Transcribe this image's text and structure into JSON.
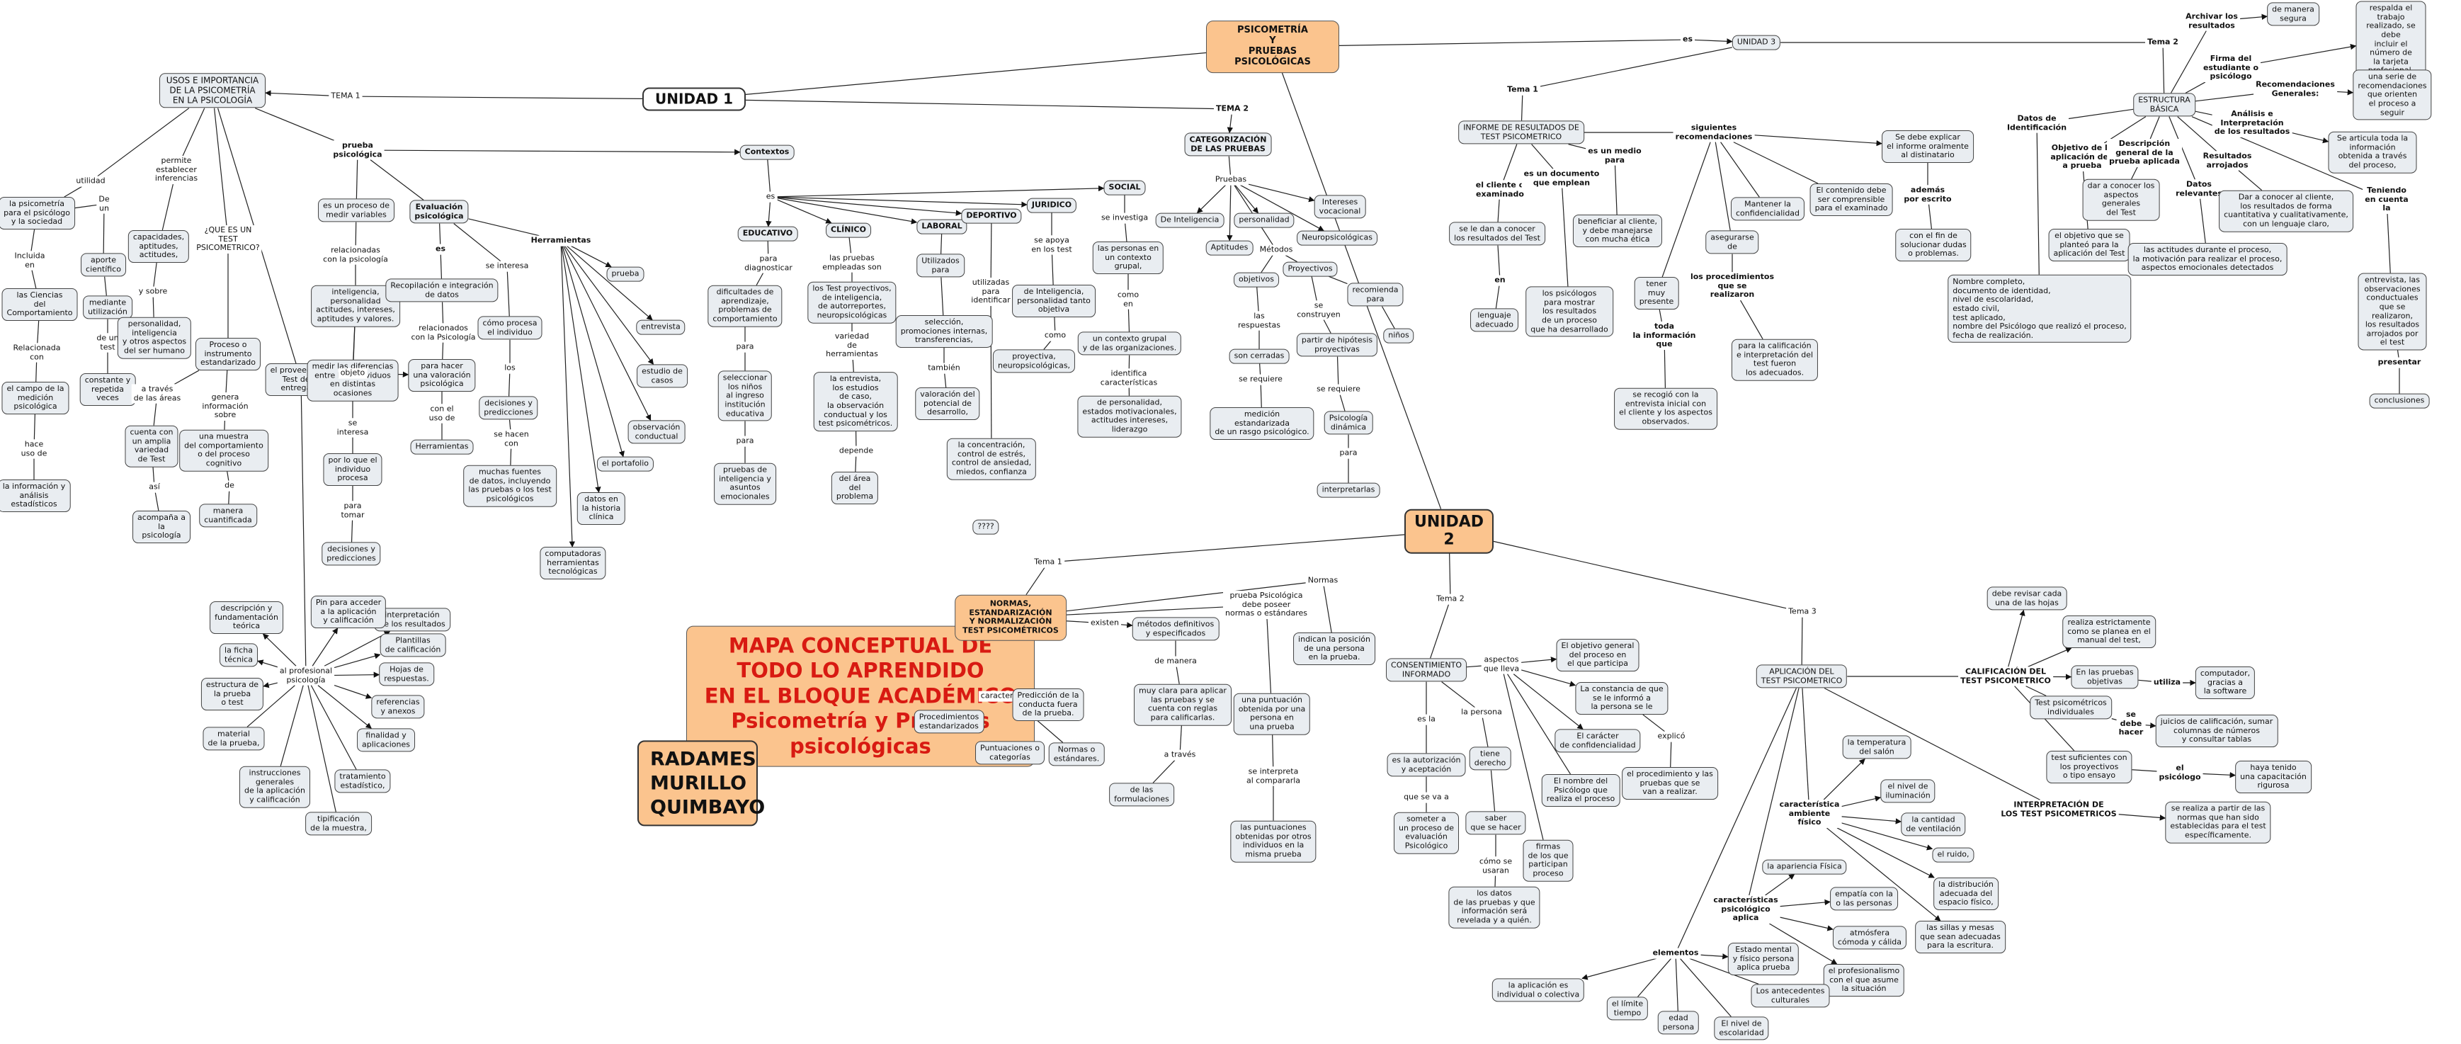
{
  "title": {
    "main": "MAPA CONCEPTUAL DE\nTODO LO APRENDIDO\nEN EL BLOQUE ACADÉMICO\nPsicometría y Pruebas psicológicas",
    "author": "RADAMES\nMURILLO\nQUIMBAYO"
  },
  "nodes": {
    "root": "PSICOMETRÍA\nY\nPRUEBAS PSICOLÓGICAS",
    "unidad1": "UNIDAD 1",
    "unidad2": "UNIDAD\n2",
    "unidad3": "UNIDAD 3",
    "usos": "USOS E IMPORTANCIA\nDE LA PSICOMETRÍA\nEN LA PSICOLOGÍA",
    "tema1_u1": "TEMA 1",
    "tema2_u1": "TEMA 2",
    "categorizacion": "CATEGORIZACIÓN\nDE LAS PRUEBAS",
    "contextos": "Contextos",
    "prueba_psico": "prueba\npsicológica",
    "eval_psico": "Evaluación\npsicológica",
    "utilidad": "utilidad",
    "la_psicometria": "la psicometría\npara el psicólogo\ny la sociedad",
    "de_un": "De\nun",
    "incluida_en": "Incluida\nen",
    "ciencias": "las Ciencias\ndel\nComportamiento",
    "relacionada": "Relacionada\ncon",
    "campo_med": "el campo de la\nmedición\npsicológica",
    "hace_uso": "hace\nuso de",
    "info_analisis": "la información y\nanálisis\nestadísticos",
    "aporte": "aporte\ncientífico",
    "mediante": "mediante\nutilización",
    "de_un_test": "de un\ntest",
    "constante": "constante y\nrepetida\nveces",
    "a_traves_areas": "a través\nde las áreas",
    "permite": "permite\nestablecer\ninferencias",
    "capacidades": "capacidades,\naptitudes,\nactitudes,",
    "y_sobre": "y sobre",
    "personalidad": "personalidad,\ninteligencia\ny otros aspectos\ndel ser humano",
    "que_es_test": "¿QUE ES UN\nTEST\nPSICOMETRICO?",
    "proceso_inst": "Proceso o\ninstrumento\nestandarizado",
    "genera_info": "genera\ninformación\nsobre",
    "una_muestra": "una muestra\ndel comportamiento\no del proceso\ncognitivo",
    "cuenta_con": "cuenta con\nun amplia\nvariedad\nde Test",
    "asi": "así",
    "acompana": "acompaña a\nla\npsicología",
    "de": "de",
    "manera_cuant": "manera\ncuantificada",
    "proveedor": "el proveedor de\nTest debe\nentregarle",
    "es_un_proceso": "es un proceso de\nmedir variables",
    "relacionadas": "relacionadas\ncon la psicología",
    "inteligencia": "inteligencia,\npersonalidad\nactitudes, intereses,\naptitudes y valores.",
    "medir_dif": "medir las diferencias\nentre los individuos\nen distintas\nocasiones",
    "se_interesa": "se\ninteresa",
    "por_lo_que": "por lo que el\nindividuo\nprocesa",
    "para_tomar": "para\ntomar",
    "decisiones_pred": "decisiones y\npredicciones",
    "es": "es",
    "recopilacion": "Recopilación e integración\nde datos",
    "relacionados": "relacionados\ncon la Psicología",
    "objeto": "objeto",
    "para_hacer": "para hacer\nuna valoración\npsicológica",
    "con_el_uso": "con el\nuso de",
    "herramientas_box": "Herramientas",
    "se_interesa2": "se interesa",
    "como_procesa": "cómo procesa\nel individuo",
    "los": "los",
    "decisiones_pred2": "decisiones y\npredicciones",
    "se_hacen_con": "se hacen\ncon",
    "muchas_fuentes": "muchas fuentes\nde datos, incluyendo\nlas pruebas o  los test\npsicológicos",
    "herramientas_lbl": "Herramientas",
    "prueba": "prueba",
    "entrevista": "entrevista",
    "estudio_casos": "estudio de\ncasos",
    "observacion": "observación\nconductual",
    "portafolio": "el portafolio",
    "datos_historia": "datos en\nla historia\nclínica",
    "computadoras": "computadoras\nherramientas\ntecnológicas",
    "es_ctx": "es",
    "educativo": "EDUCATIVO",
    "para_diag": "para\ndiagnosticar",
    "dificultades": "dificultades de\naprendizaje,\nproblemas de\ncomportamiento",
    "para1": "para",
    "seleccionar": "seleccionar\nlos niños\nal ingreso\ninstitución\neducativa",
    "para2": "para",
    "pruebas_intel": "pruebas de\ninteligencia y\nasuntos\nemocionales",
    "clinico": "CLÍNICO",
    "las_pruebas_emp": "las pruebas\nempleadas son",
    "los_test_proy": "los Test proyectivos,\nde inteligencia,\nde autorreportes,\nneuropsicológicas",
    "variedad": "variedad\nde\nherramientas",
    "la_entrevista": "la entrevista,\nlos estudios\nde caso,\nla  observación\nconductual y los\ntest psicométricos.",
    "depende": "depende",
    "del_area": "del área\ndel\nproblema",
    "laboral": "LABORAL",
    "utilizados_para": "Utilizados\npara",
    "seleccion": "selección,\npromociones internas,\ntransferencias,",
    "tambien": "también",
    "valoracion": "valoración del\npotencial de\ndesarrollo,",
    "deportivo": "DEPORTIVO",
    "utilizadas_ident": "utilizadas\npara\nidentificar",
    "la_concentracion": "la concentración,\ncontrol de estrés,\ncontrol de ansiedad,\nmiedos,  confianza",
    "qqq": "????",
    "juridico": "JURIDICO",
    "se_apoya": "se apoya\nen los test",
    "de_intel_pers": "de Inteligencia,\npersonalidad tanto\nobjetiva",
    "como1": "como",
    "proyectiva": "proyectiva,\nneuropsicológicas,",
    "social": "SOCIAL",
    "se_investiga": "se investiga",
    "las_personas": "las personas en\nun contexto\ngrupal,",
    "como_en": "como\nen",
    "un_contexto": "un contexto grupal\ny de las organizaciones.",
    "identifica": "identifica\ncaracterísticas",
    "de_personalidad": "de personalidad,\nestados motivacionales,\nactitudes intereses,\nliderazgo",
    "pruebas_lbl": "Pruebas",
    "de_intel": "De Inteligencia",
    "aptitudes": "Aptitudes",
    "personalidad2": "personalidad",
    "intereses_voc": "Intereses\nvocacional",
    "neuro": "Neuropsicológicas",
    "metodos": "Métodos",
    "objetivos": "objetivos",
    "las_respuestas": "las\nrespuestas",
    "son_cerradas": "son cerradas",
    "se_requiere1": "se requiere",
    "medicion_est": "medición\nestandarizada\nde un rasgo psicológico.",
    "proyectivos": "Proyectivos",
    "recomienda": "recomienda\npara",
    "ninos": "niños",
    "se_construyen": "se\nconstruyen",
    "partir_hip": "partir de hipótesis\nproyectivas",
    "se_requiere2": "se requiere",
    "psico_dinamica": "Psicología\ndinámica",
    "para3": "para",
    "interpretarlas": "interpretarlas",
    "es_u3": "es",
    "tema1_u3": "Tema 1",
    "tema2_u3": "Tema 2",
    "archivar": "Archivar los\nresultados",
    "de_manera_segura": "de manera\nsegura",
    "firma": "Firma del\nestudiante o\npsicólogo",
    "respalda": "respalda el trabajo\nrealizado, se debe\nincluir el número de\nla tarjeta profesional.",
    "recom_gen": "Recomendaciones\nGenerales:",
    "una_serie": "una serie de\nrecomendaciones\nque orienten\nel proceso a seguir",
    "estructura_basica": "ESTRUCTURA\nBÁSICA",
    "analisis": "Análisis e\nInterpretación\nde los resultados",
    "se_articula": "Se  articula toda la información\nobtenida a través del proceso,",
    "datos_id": "Datos de\nIdentificación",
    "nombre_completo": "Nombre completo,\ndocumento de identidad,\nnivel de escolaridad,\nestado civil,\ntest aplicado,\nnombre del Psicólogo que realizó el proceso,\nfecha de realización.",
    "objetivo_aplic": "Objetivo de la\naplicación de l\na prueba",
    "el_objetivo": "el objetivo que se\nplanteó para la\naplicación del Test",
    "descripcion": "Descripción\ngeneral de la\nprueba aplicada",
    "dar_conocer_asp": "dar a conocer los\naspectos\ngenerales\ndel Test",
    "resultados_arr": "Resultados\narrojados",
    "datos_relev": "Datos\nrelevantes",
    "dar_conocer_cli": "Dar a conocer al cliente,\nlos resultados de forma\ncuantitativa y cualitativamente,\ncon un lenguaje claro,",
    "las_actitudes": "las actitudes durante el proceso,\nla motivación para realizar el proceso,\naspectos emocionales detectados",
    "teniendo": "Teniendo\nen cuenta\nla",
    "entrevista_obs": "entrevista, las observaciones\nconductuales\nque se realizaron,\nlos resultados\narrojados por el test",
    "presentar": "presentar",
    "conclusiones": "conclusiones",
    "informe_res": "INFORME DE RESULTADOS DE\nTEST PSICOMETRICO",
    "el_cliente": "el cliente o\nexaminado",
    "se_le_dan": "se le dan a conocer\nlos resultados del Test",
    "en": "en",
    "lenguaje": "lenguaje\nadecuado",
    "es_un_doc": "es un documento\nque emplean",
    "los_psicologos": "los psicólogos\npara mostrar\nlos resultados\nde un proceso\nque ha desarrollado",
    "es_un_medio": "es un medio\npara",
    "beneficiar": "beneficiar al cliente,\ny debe manejarse\ncon mucha ética",
    "siguientes_rec": "siguientes\nrecomendaciones",
    "mantener": "Mantener la\nconfidencialidad",
    "el_contenido": "El contenido debe\nser comprensible\npara el examinado",
    "se_debe_explicar": "Se debe explicar\nel informe oralmente\nal distinatario",
    "ademas_escrito": "además\npor escrito",
    "con_el_fin": "con el fin de\nsolucionar dudas\no problemas.",
    "asegurarse": "asegurarse\nde",
    "los_procedimientos": "los procedimientos\nque se\nrealizaron",
    "para_la_calif": "para la calificación\ne interpretación del\ntest fueron\nlos adecuados.",
    "tener_presente": "tener\nmuy\npresente",
    "toda_info": "toda\nla información\nque",
    "se_recogio": "se recogió con la\nentrevista inicial con\nel cliente y los aspectos\nobservados.",
    "tema1_u2": "Tema 1",
    "tema2_u2": "Tema 2",
    "tema3_u2": "Tema 3",
    "normas_est": "NORMAS,\nESTANDARIZACIÓN\nY NORMALIZACIÓN\nTEST PSICOMÉTRICOS",
    "existen": "existen",
    "metodos_def": "métodos definitivos\ny especificados",
    "de_manera": "de manera",
    "muy_clara": "muy clara para aplicar\nlas pruebas y se\ncuenta con reglas\npara calificarlas.",
    "a_traves": "a través",
    "de_las_form": "de las\nformulaciones",
    "normas_lbl": "Normas",
    "prueba_psico_debe": "prueba Psicológica\ndebe poseer\nnormas o estándares",
    "indican_posicion": "indican la posición\nde una persona\nen la prueba.",
    "una_puntuacion": "una puntuación\nobtenida por una\npersona en\nuna prueba",
    "se_interpreta": "se interpreta\nal compararla",
    "las_puntuaciones": "las puntuaciones\nobtenidas por otros\nindividuos en la\nmisma prueba",
    "caracteristicas": "características",
    "procedimientos_est": "Procedimientos\nestandarizados",
    "prediccion": "Predicción de la\nconducta fuera\nde la prueba.",
    "puntuaciones_cat": "Puntuaciones o\ncategorías",
    "normas_estandares": "Normas o\nestándares.",
    "consentimiento": "CONSENTIMIENTO\nINFORMADO",
    "aspectos_que": "aspectos\nque lleva",
    "el_objetivo_gral": "El objetivo general\ndel proceso en\nel que participa",
    "la_constancia": "La constancia de que\nse le informó a\nla persona se le",
    "el_caracter": "El carácter\nde confidencialidad",
    "explico": "explicó",
    "el_procedimiento": "el procedimiento y las\npruebas que se\nvan a realizar.",
    "el_nombre": "El nombre del\nPsicólogo que\nrealiza el proceso",
    "es_la": "es la",
    "la_autorizacion": "es la autorización\ny aceptación",
    "que_se_va_a": "que se va a",
    "someter": "someter a\nun proceso de\nevaluación\nPsicológico",
    "la_persona": "la persona",
    "tiene_derecho": "tiene\nderecho",
    "saber": "saber\nque se hacer",
    "como_se_usaran": "cómo se\nusaran",
    "los_datos": "los datos\nde las pruebas y que\ninformación será\nrevelada y a quién.",
    "firmas": "firmas\nde los que\nparticipan\nproceso",
    "aplicacion": "APLICACIÓN DEL\nTEST PSICOMETRICO",
    "debe_revisar": "debe revisar cada\nuna de las hojas",
    "realiza_estr": "realiza estrictamente\ncomo se planea en el\nmanual del test,",
    "calificacion": "CALIFICACIÓN DEL\nTEST PSICOMETRICO",
    "en_las_pruebas": "En las pruebas\nobjetivas",
    "utiliza": "utiliza",
    "computador": "computador,\ngracias a\nla software",
    "test_individuales": "Test psicométricos\nindividuales",
    "se_debe_hacer": "se\ndebe\nhacer",
    "juicios": "juicios  de calificación, sumar\ncolumnas de números\ny consultar tablas",
    "test_suficientes": "test suficientes con\nlos proyectivos\no tipo ensayo",
    "el_psicologo": "el\npsicólogo",
    "haya_tenido": "haya tenido\nuna capacitación\nrigurosa",
    "interpretacion": "INTERPRETACIÓN DE\nLOS TEST PSICOMETRICOS",
    "se_realiza_partir": "se realiza a partir de las\nnormas que han sido\nestablecidas para el test\nespecíficamente.",
    "caract_ambiente": "característica\nambiente\nfísico",
    "la_temperatura": "la temperatura\ndel salón",
    "el_nivel_ilum": "el nivel de\niluminación",
    "la_cantidad_vent": "la cantidad\nde ventilación",
    "el_ruido": "el ruido,",
    "la_distribucion": "la distribución\nadecuada del\nespacio físico,",
    "las_sillas": "las sillas y mesas\nque sean adecuadas\npara la escritura.",
    "la_apariencia": "la apariencia Física",
    "caract_psico": "características\npsicológico\naplica",
    "empatia": "empatía con la\no las personas",
    "atmosfera": "atmósfera\ncómoda y cálida",
    "estado_mental": "Estado mental\ny físico persona\naplica prueba",
    "el_profesionalismo": "el profesionalismo\ncon el que asume\nla situación",
    "elementos": "elementos",
    "la_aplicacion_ind": "la aplicación es\nindividual o colectiva",
    "el_limite": "el límite\ntiempo",
    "edad_persona": "edad\npersona",
    "el_nivel_esc": "El nivel de\nescolaridad",
    "los_antecedentes": "Los antecedentes\nculturales"
  }
}
